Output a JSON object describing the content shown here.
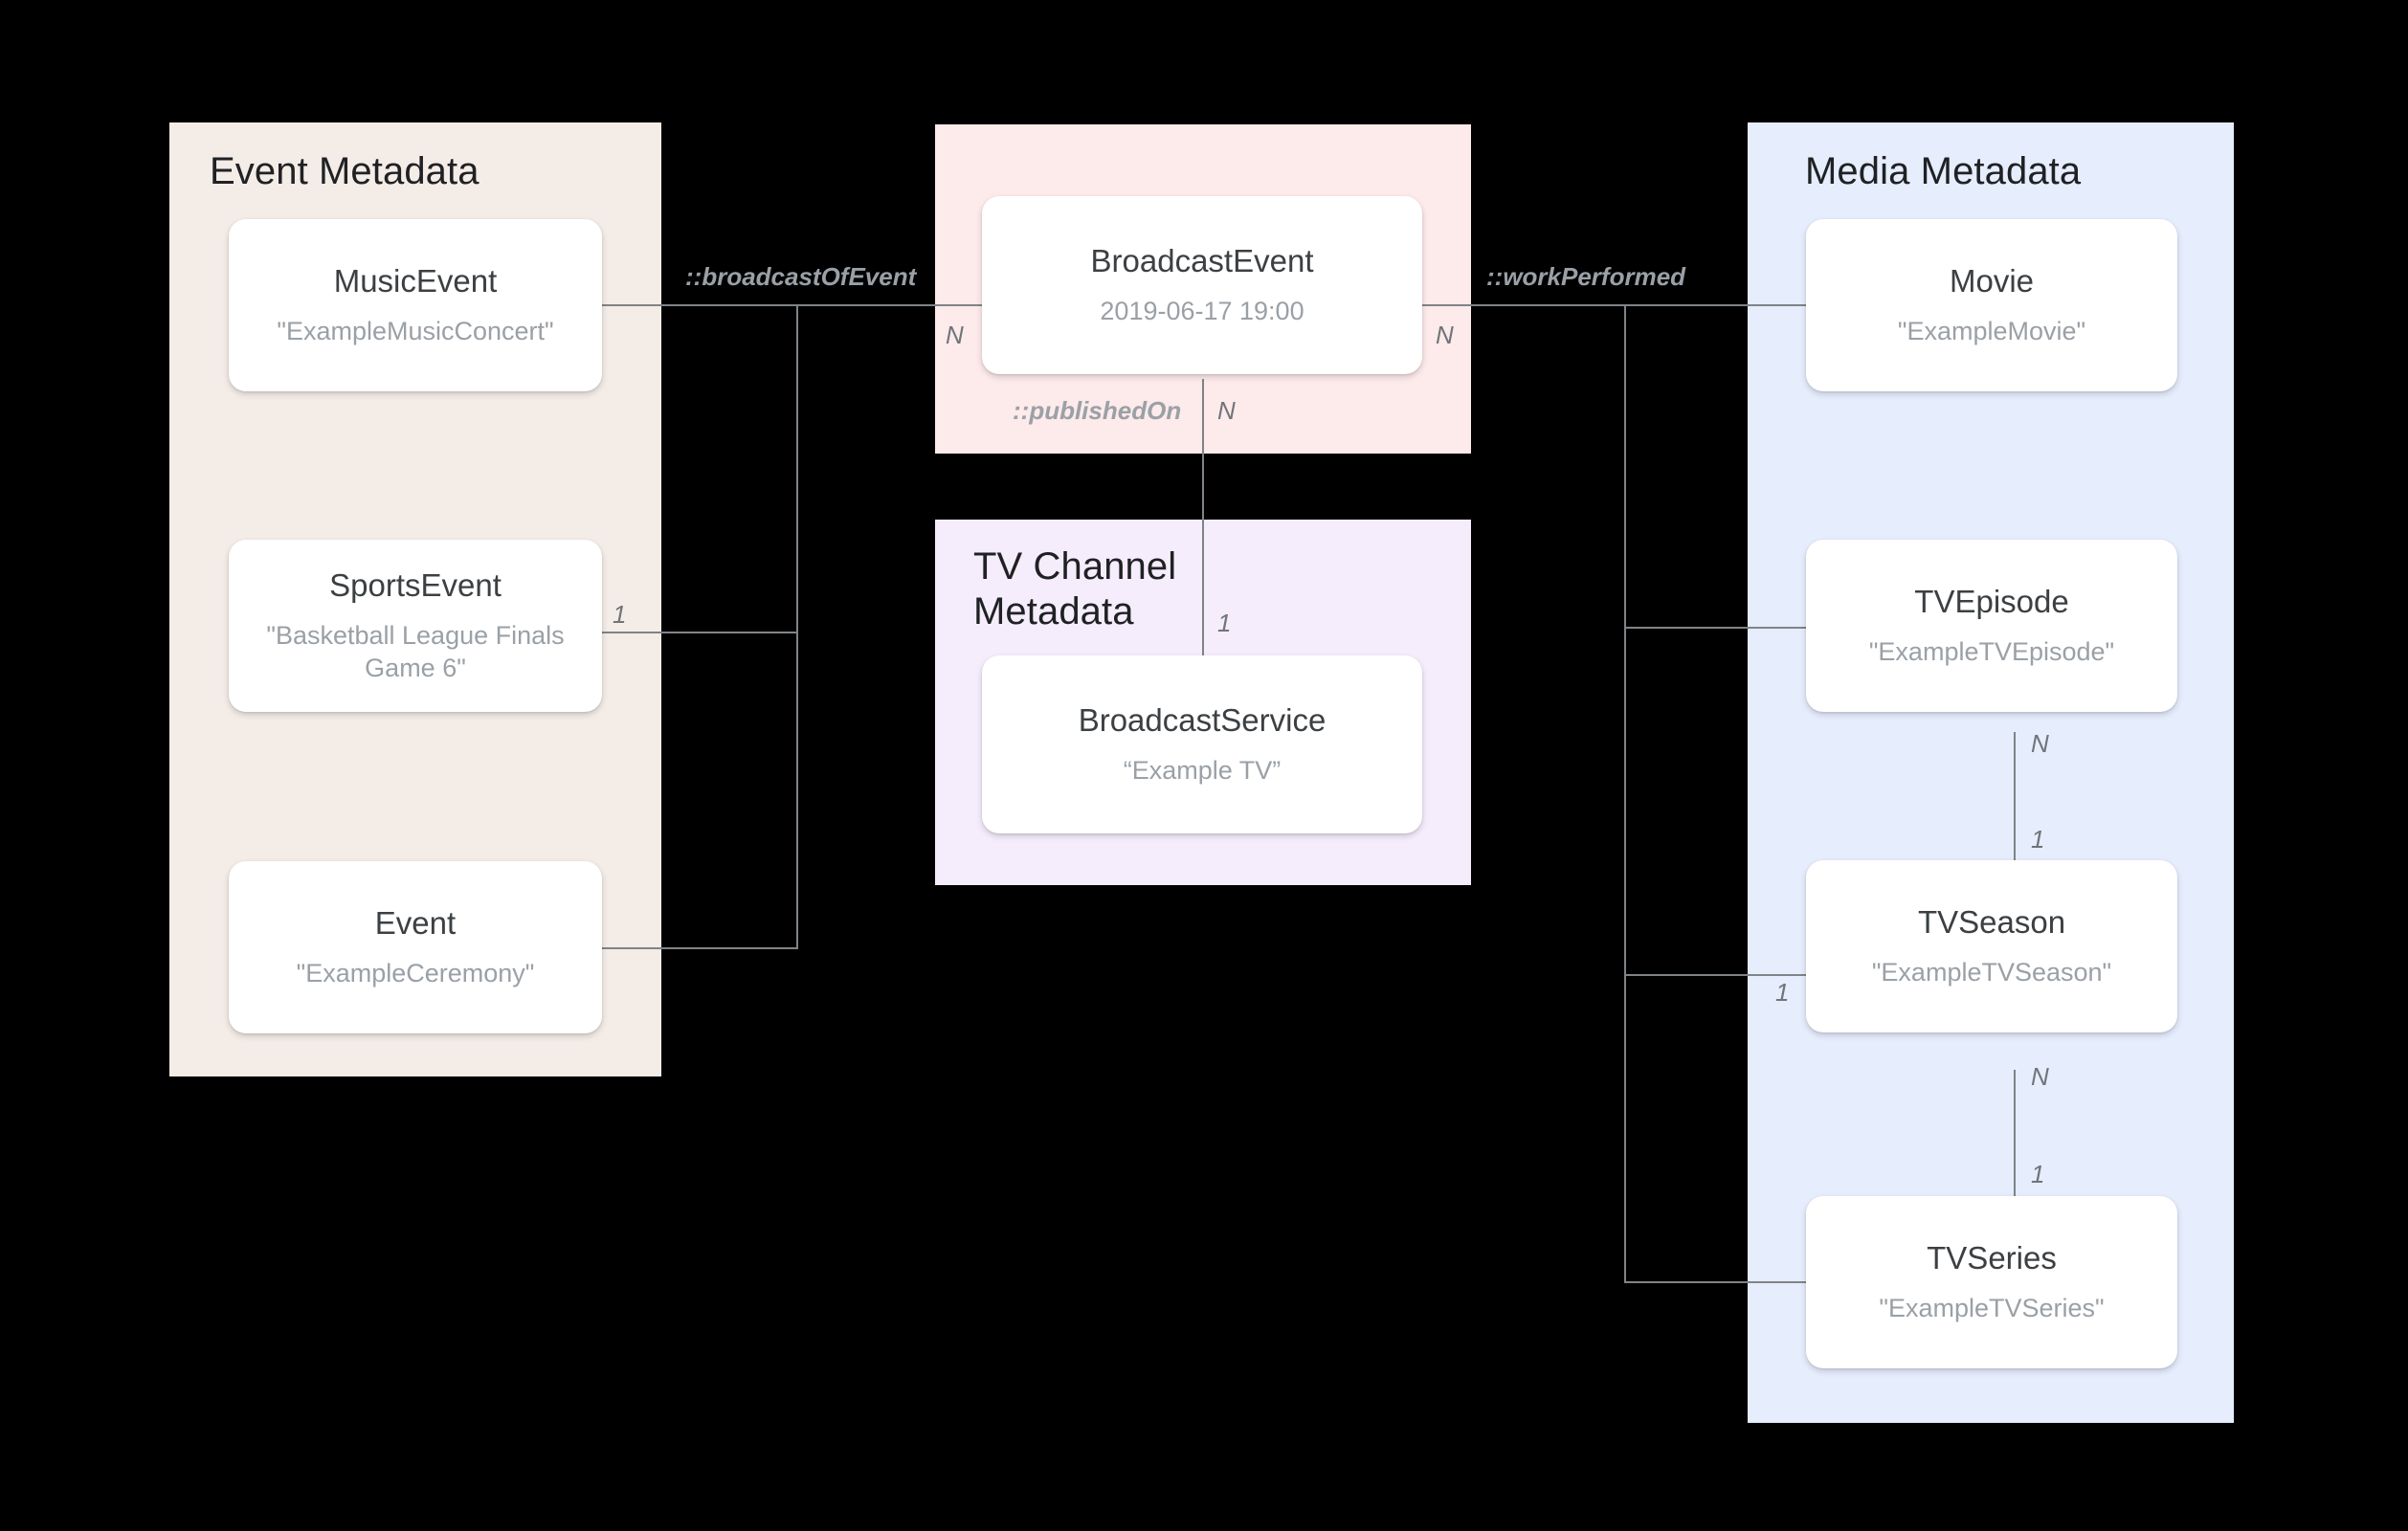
{
  "diagram": {
    "title": "Broadcast metadata entity relationship diagram",
    "background_color": "#000000",
    "line_color": "#7f8488"
  },
  "groups": [
    {
      "id": "event-metadata",
      "title": "Event Metadata",
      "color": "#f4ece7"
    },
    {
      "id": "broadcast",
      "title": "",
      "color": "#fdeaea"
    },
    {
      "id": "tv-channel-metadata",
      "title": "TV Channel\nMetadata",
      "color": "#f5edfb"
    },
    {
      "id": "media-metadata",
      "title": "Media Metadata",
      "color": "#e6edfd"
    }
  ],
  "entities": {
    "music_event": {
      "type": "MusicEvent",
      "value": "\"ExampleMusicConcert\""
    },
    "sports_event": {
      "type": "SportsEvent",
      "value": "\"Basketball League Finals Game 6\""
    },
    "event": {
      "type": "Event",
      "value": "\"ExampleCeremony\""
    },
    "broadcast_event": {
      "type": "BroadcastEvent",
      "value": "2019-06-17 19:00"
    },
    "broadcast_service": {
      "type": "BroadcastService",
      "value": "“Example TV”"
    },
    "movie": {
      "type": "Movie",
      "value": "\"ExampleMovie\""
    },
    "tv_episode": {
      "type": "TVEpisode",
      "value": "\"ExampleTVEpisode\""
    },
    "tv_season": {
      "type": "TVSeason",
      "value": "\"ExampleTVSeason\""
    },
    "tv_series": {
      "type": "TVSeries",
      "value": "\"ExampleTVSeries\""
    }
  },
  "relations": {
    "broadcast_of_event": {
      "label": "::broadcastOfEvent",
      "source_multiplicity": "1",
      "target_multiplicity": "N"
    },
    "work_performed": {
      "label": "::workPerformed",
      "source_multiplicity": "N",
      "target_multiplicity": "1"
    },
    "published_on": {
      "label": "::publishedOn",
      "source_multiplicity": "N",
      "target_multiplicity": "1"
    },
    "episode_in_season": {
      "source_multiplicity": "N",
      "target_multiplicity": "1"
    },
    "season_in_series": {
      "source_multiplicity": "N",
      "target_multiplicity": "1"
    }
  },
  "multiplicity_labels": {
    "sports_event_one": "1",
    "broadcast_event_left_n": "N",
    "broadcast_event_right_n": "N",
    "broadcast_event_bottom_n": "N",
    "broadcast_service_one": "1",
    "tv_episode_n": "N",
    "tv_season_top_one": "1",
    "tv_season_left_one": "1",
    "tv_season_n": "N",
    "tv_series_one": "1"
  }
}
